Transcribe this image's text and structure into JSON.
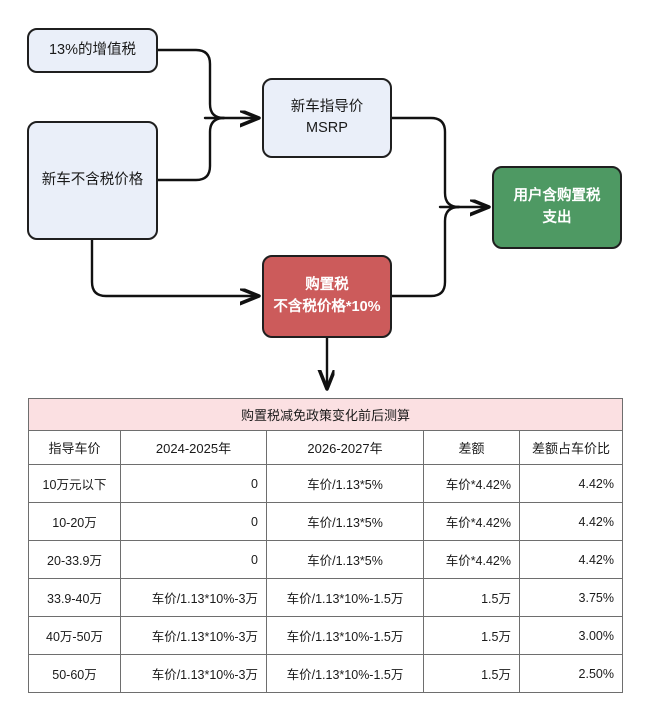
{
  "diagram": {
    "nodes": {
      "vat": {
        "label": "13%的增值税",
        "color": "#eaeff9"
      },
      "net_price": {
        "label": "新车不含税价格",
        "color": "#eaeff9"
      },
      "msrp": {
        "line1": "新车指导价",
        "line2": "MSRP",
        "color": "#eaeff9"
      },
      "purchase_tax": {
        "line1": "购置税",
        "line2": "不含税价格*10%",
        "color": "#cc5b5b"
      },
      "output": {
        "line1": "用户含购置税",
        "line2": "支出",
        "color": "#4e9963"
      }
    },
    "edges": [
      {
        "from": "vat",
        "to": "msrp"
      },
      {
        "from": "net_price",
        "to": "msrp"
      },
      {
        "from": "net_price",
        "to": "purchase_tax"
      },
      {
        "from": "msrp",
        "to": "output"
      },
      {
        "from": "purchase_tax",
        "to": "output"
      },
      {
        "from": "purchase_tax",
        "to": "table"
      }
    ]
  },
  "table": {
    "title": "购置税减免政策变化前后测算",
    "title_bg": "#fbe0e2",
    "headers": [
      "指导车价",
      "2024-2025年",
      "2026-2027年",
      "差额",
      "差额占车价比"
    ],
    "rows": [
      [
        "10万元以下",
        "0",
        "车价/1.13*5%",
        "车价*4.42%",
        "4.42%"
      ],
      [
        "10-20万",
        "0",
        "车价/1.13*5%",
        "车价*4.42%",
        "4.42%"
      ],
      [
        "20-33.9万",
        "0",
        "车价/1.13*5%",
        "车价*4.42%",
        "4.42%"
      ],
      [
        "33.9-40万",
        "车价/1.13*10%-3万",
        "车价/1.13*10%-1.5万",
        "1.5万",
        "3.75%"
      ],
      [
        "40万-50万",
        "车价/1.13*10%-3万",
        "车价/1.13*10%-1.5万",
        "1.5万",
        "3.00%"
      ],
      [
        "50-60万",
        "车价/1.13*10%-3万",
        "车价/1.13*10%-1.5万",
        "1.5万",
        "2.50%"
      ]
    ]
  }
}
